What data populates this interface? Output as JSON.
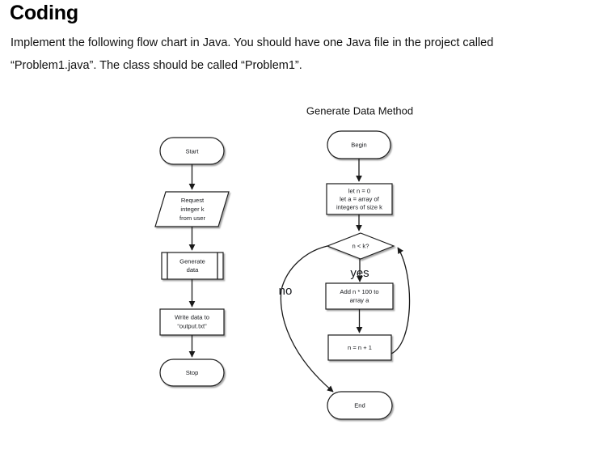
{
  "document": {
    "title": "Coding",
    "paragraph_lines": [
      "Implement the following flow chart in Java. You should have one Java file in the project called",
      "“Problem1.java”. The class should be called “Problem1”."
    ]
  },
  "chart_data": {
    "type": "diagram",
    "diagram_kind": "flowchart",
    "title": "",
    "colors": {
      "background": "#ffffff",
      "shape_fill": "#ffffff",
      "shape_stroke": "#1a1a1a",
      "text": "#16181c"
    },
    "flowcharts": [
      {
        "id": "main",
        "title": "",
        "nodes": [
          {
            "id": "start",
            "shape": "terminator",
            "text": "Start"
          },
          {
            "id": "request",
            "shape": "parallelogram",
            "lines": [
              "Request",
              "integer k",
              "from user"
            ]
          },
          {
            "id": "generate",
            "shape": "predefined-process",
            "lines": [
              "Generate",
              "data"
            ]
          },
          {
            "id": "write",
            "shape": "process",
            "lines": [
              "Write data to",
              "“output.txt”"
            ]
          },
          {
            "id": "stop",
            "shape": "terminator",
            "text": "Stop"
          }
        ],
        "edges": [
          {
            "from": "start",
            "to": "request",
            "label": ""
          },
          {
            "from": "request",
            "to": "generate",
            "label": ""
          },
          {
            "from": "generate",
            "to": "write",
            "label": ""
          },
          {
            "from": "write",
            "to": "stop",
            "label": ""
          }
        ]
      },
      {
        "id": "generate-data-method",
        "title": "Generate Data Method",
        "nodes": [
          {
            "id": "begin",
            "shape": "terminator",
            "text": "Begin"
          },
          {
            "id": "init",
            "shape": "process",
            "lines": [
              "let n = 0",
              "let a = array of",
              "integers of size k"
            ]
          },
          {
            "id": "decision",
            "shape": "decision",
            "text": "n < k?"
          },
          {
            "id": "add",
            "shape": "process",
            "lines": [
              "Add n * 100 to",
              "array a"
            ]
          },
          {
            "id": "increment",
            "shape": "process",
            "lines": [
              "n = n + 1"
            ]
          },
          {
            "id": "end",
            "shape": "terminator",
            "text": "End"
          }
        ],
        "edges": [
          {
            "from": "begin",
            "to": "init",
            "label": ""
          },
          {
            "from": "init",
            "to": "decision",
            "label": ""
          },
          {
            "from": "decision",
            "to": "add",
            "label": "yes"
          },
          {
            "from": "decision",
            "to": "end",
            "label": "no"
          },
          {
            "from": "add",
            "to": "increment",
            "label": ""
          },
          {
            "from": "increment",
            "to": "decision",
            "label": ""
          }
        ],
        "branch_labels": {
          "yes": "yes",
          "no": "no"
        }
      }
    ]
  }
}
